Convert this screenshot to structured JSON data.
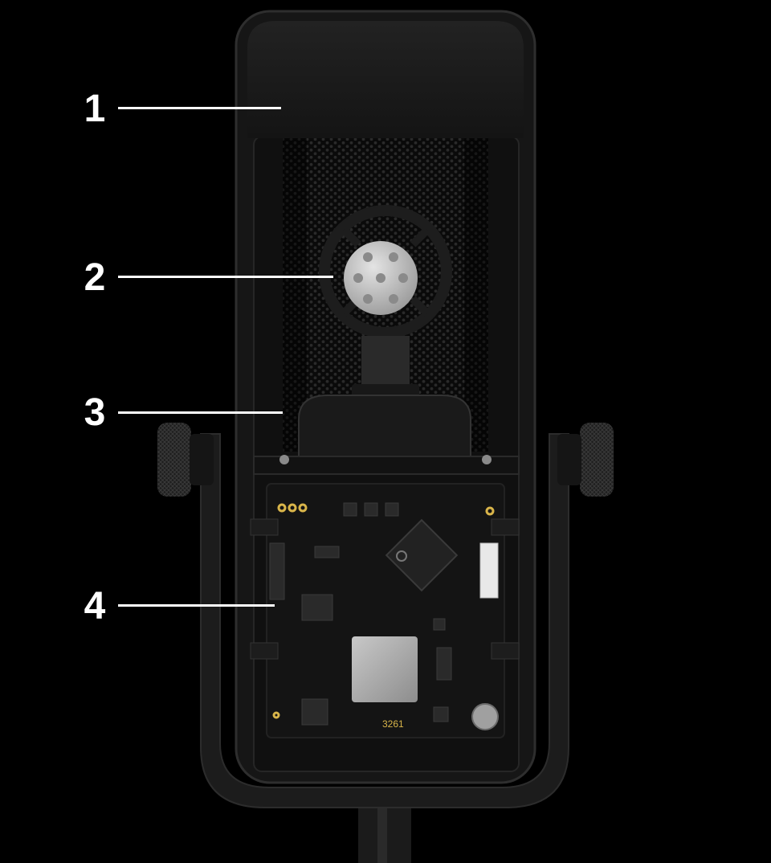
{
  "callouts": [
    {
      "number": "1"
    },
    {
      "number": "2"
    },
    {
      "number": "3"
    },
    {
      "number": "4"
    }
  ],
  "pcb": {
    "print_label": "3261"
  },
  "colors": {
    "background": "#000000",
    "housing": "#1a1a1a",
    "grille": "#0d0d0d",
    "capsule": "#c9c9c9",
    "pcb": "#141414",
    "pcb_accent": "#d9b54a",
    "callout": "#ffffff"
  }
}
